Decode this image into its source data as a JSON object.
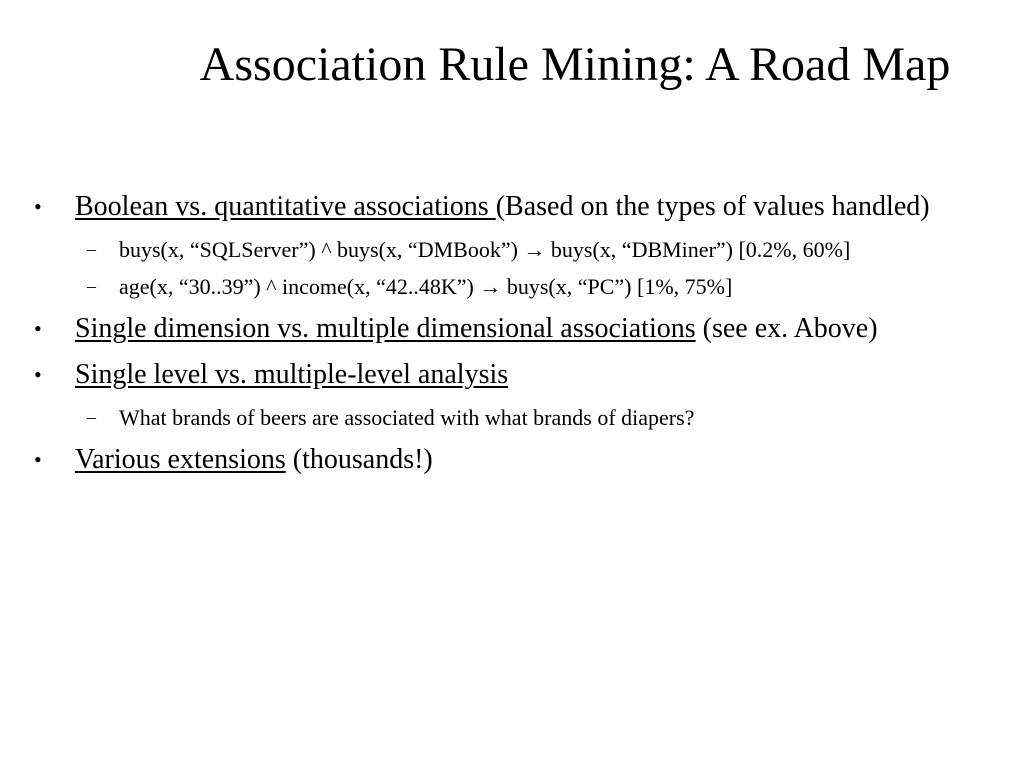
{
  "slide": {
    "title": "Association Rule Mining: A Road Map",
    "bullets": [
      {
        "underlined": "Boolean vs. quantitative associations ",
        "rest": "(Based on the types of values handled)",
        "subitems": [
          "buys(x, “SQLServer”) ^ buys(x, “DMBook”) → buys(x, “DBMiner”) [0.2%, 60%]",
          "age(x, “30..39”) ^ income(x, “42..48K”) → buys(x, “PC”) [1%, 75%]"
        ]
      },
      {
        "underlined": "Single dimension vs. multiple dimensional associations",
        "rest": " (see ex. Above)",
        "subitems": []
      },
      {
        "underlined": "Single level vs. multiple-level analysis",
        "rest": "",
        "subitems": [
          "What brands of beers are associated with what brands of diapers?"
        ]
      },
      {
        "underlined": "Various extensions",
        "rest": " (thousands!)",
        "subitems": []
      }
    ],
    "bullet_glyph": "•",
    "dash_glyph": "–"
  }
}
